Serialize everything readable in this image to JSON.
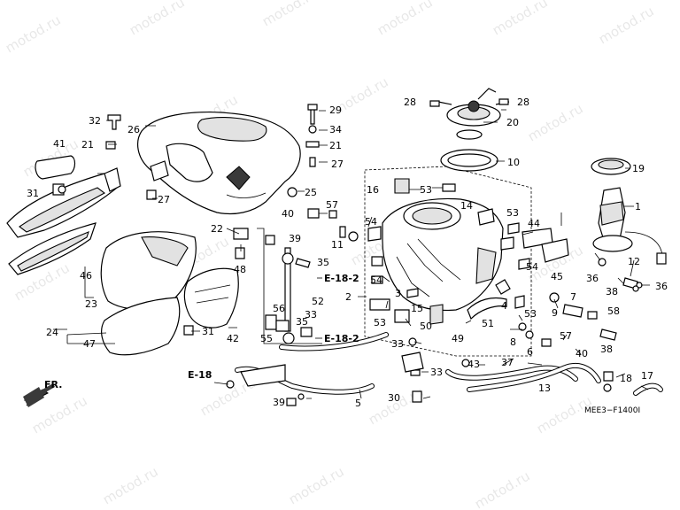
{
  "watermark": "motod.ru",
  "diagram_code": "MEE3−F1400I",
  "front_label": "FR.",
  "refs": [
    "E-18-2",
    "E-18-2",
    "E-18"
  ],
  "callouts": [
    "1",
    "2",
    "3",
    "4",
    "5",
    "6",
    "7",
    "8",
    "9",
    "10",
    "11",
    "12",
    "13",
    "14",
    "15",
    "16",
    "17",
    "18",
    "19",
    "20",
    "21",
    "21",
    "22",
    "23",
    "24",
    "25",
    "26",
    "27",
    "27",
    "28",
    "28",
    "29",
    "30",
    "31",
    "31",
    "32",
    "33",
    "33",
    "33",
    "34",
    "35",
    "35",
    "36",
    "36",
    "37",
    "38",
    "38",
    "39",
    "39",
    "40",
    "40",
    "41",
    "42",
    "43",
    "44",
    "45",
    "46",
    "47",
    "48",
    "49",
    "50",
    "51",
    "52",
    "53",
    "53",
    "53",
    "53",
    "54",
    "54",
    "54",
    "55",
    "56",
    "57",
    "57",
    "58"
  ],
  "colors": {
    "line": "#000000",
    "background": "#ffffff",
    "shade": "#e2e2e2"
  }
}
